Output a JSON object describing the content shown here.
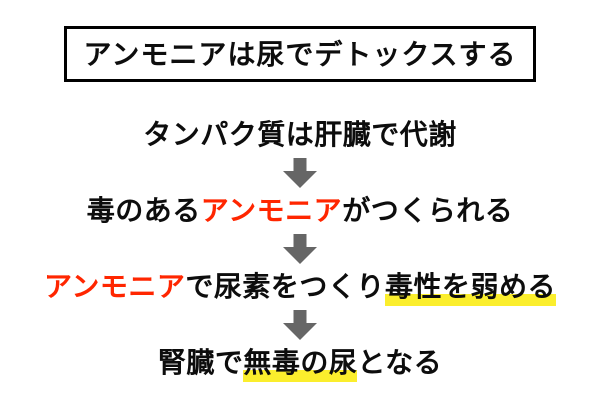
{
  "slide": {
    "title": "アンモニアは尿でデトックスする",
    "steps": [
      {
        "segments": [
          {
            "text": "タンパク質は肝臓で代謝",
            "style": "normal"
          }
        ]
      },
      {
        "segments": [
          {
            "text": "毒のある",
            "style": "normal"
          },
          {
            "text": "アンモニア",
            "style": "red"
          },
          {
            "text": "がつくられる",
            "style": "normal"
          }
        ]
      },
      {
        "segments": [
          {
            "text": "アンモニア",
            "style": "red"
          },
          {
            "text": "で尿素をつくり",
            "style": "normal"
          },
          {
            "text": "毒性を弱める",
            "style": "highlight"
          }
        ]
      },
      {
        "segments": [
          {
            "text": "腎臓で",
            "style": "normal"
          },
          {
            "text": "無毒の尿",
            "style": "highlight"
          },
          {
            "text": "となる",
            "style": "normal"
          }
        ]
      }
    ],
    "icons": {
      "between_steps": "down-arrow-icon"
    },
    "colors": {
      "emphasis_red": "#ff2600",
      "highlight_yellow": "#fbee2d",
      "arrow_gray": "#666666",
      "text_black": "#0d0d0d",
      "background": "#ffffff",
      "title_border": "#000000"
    }
  }
}
